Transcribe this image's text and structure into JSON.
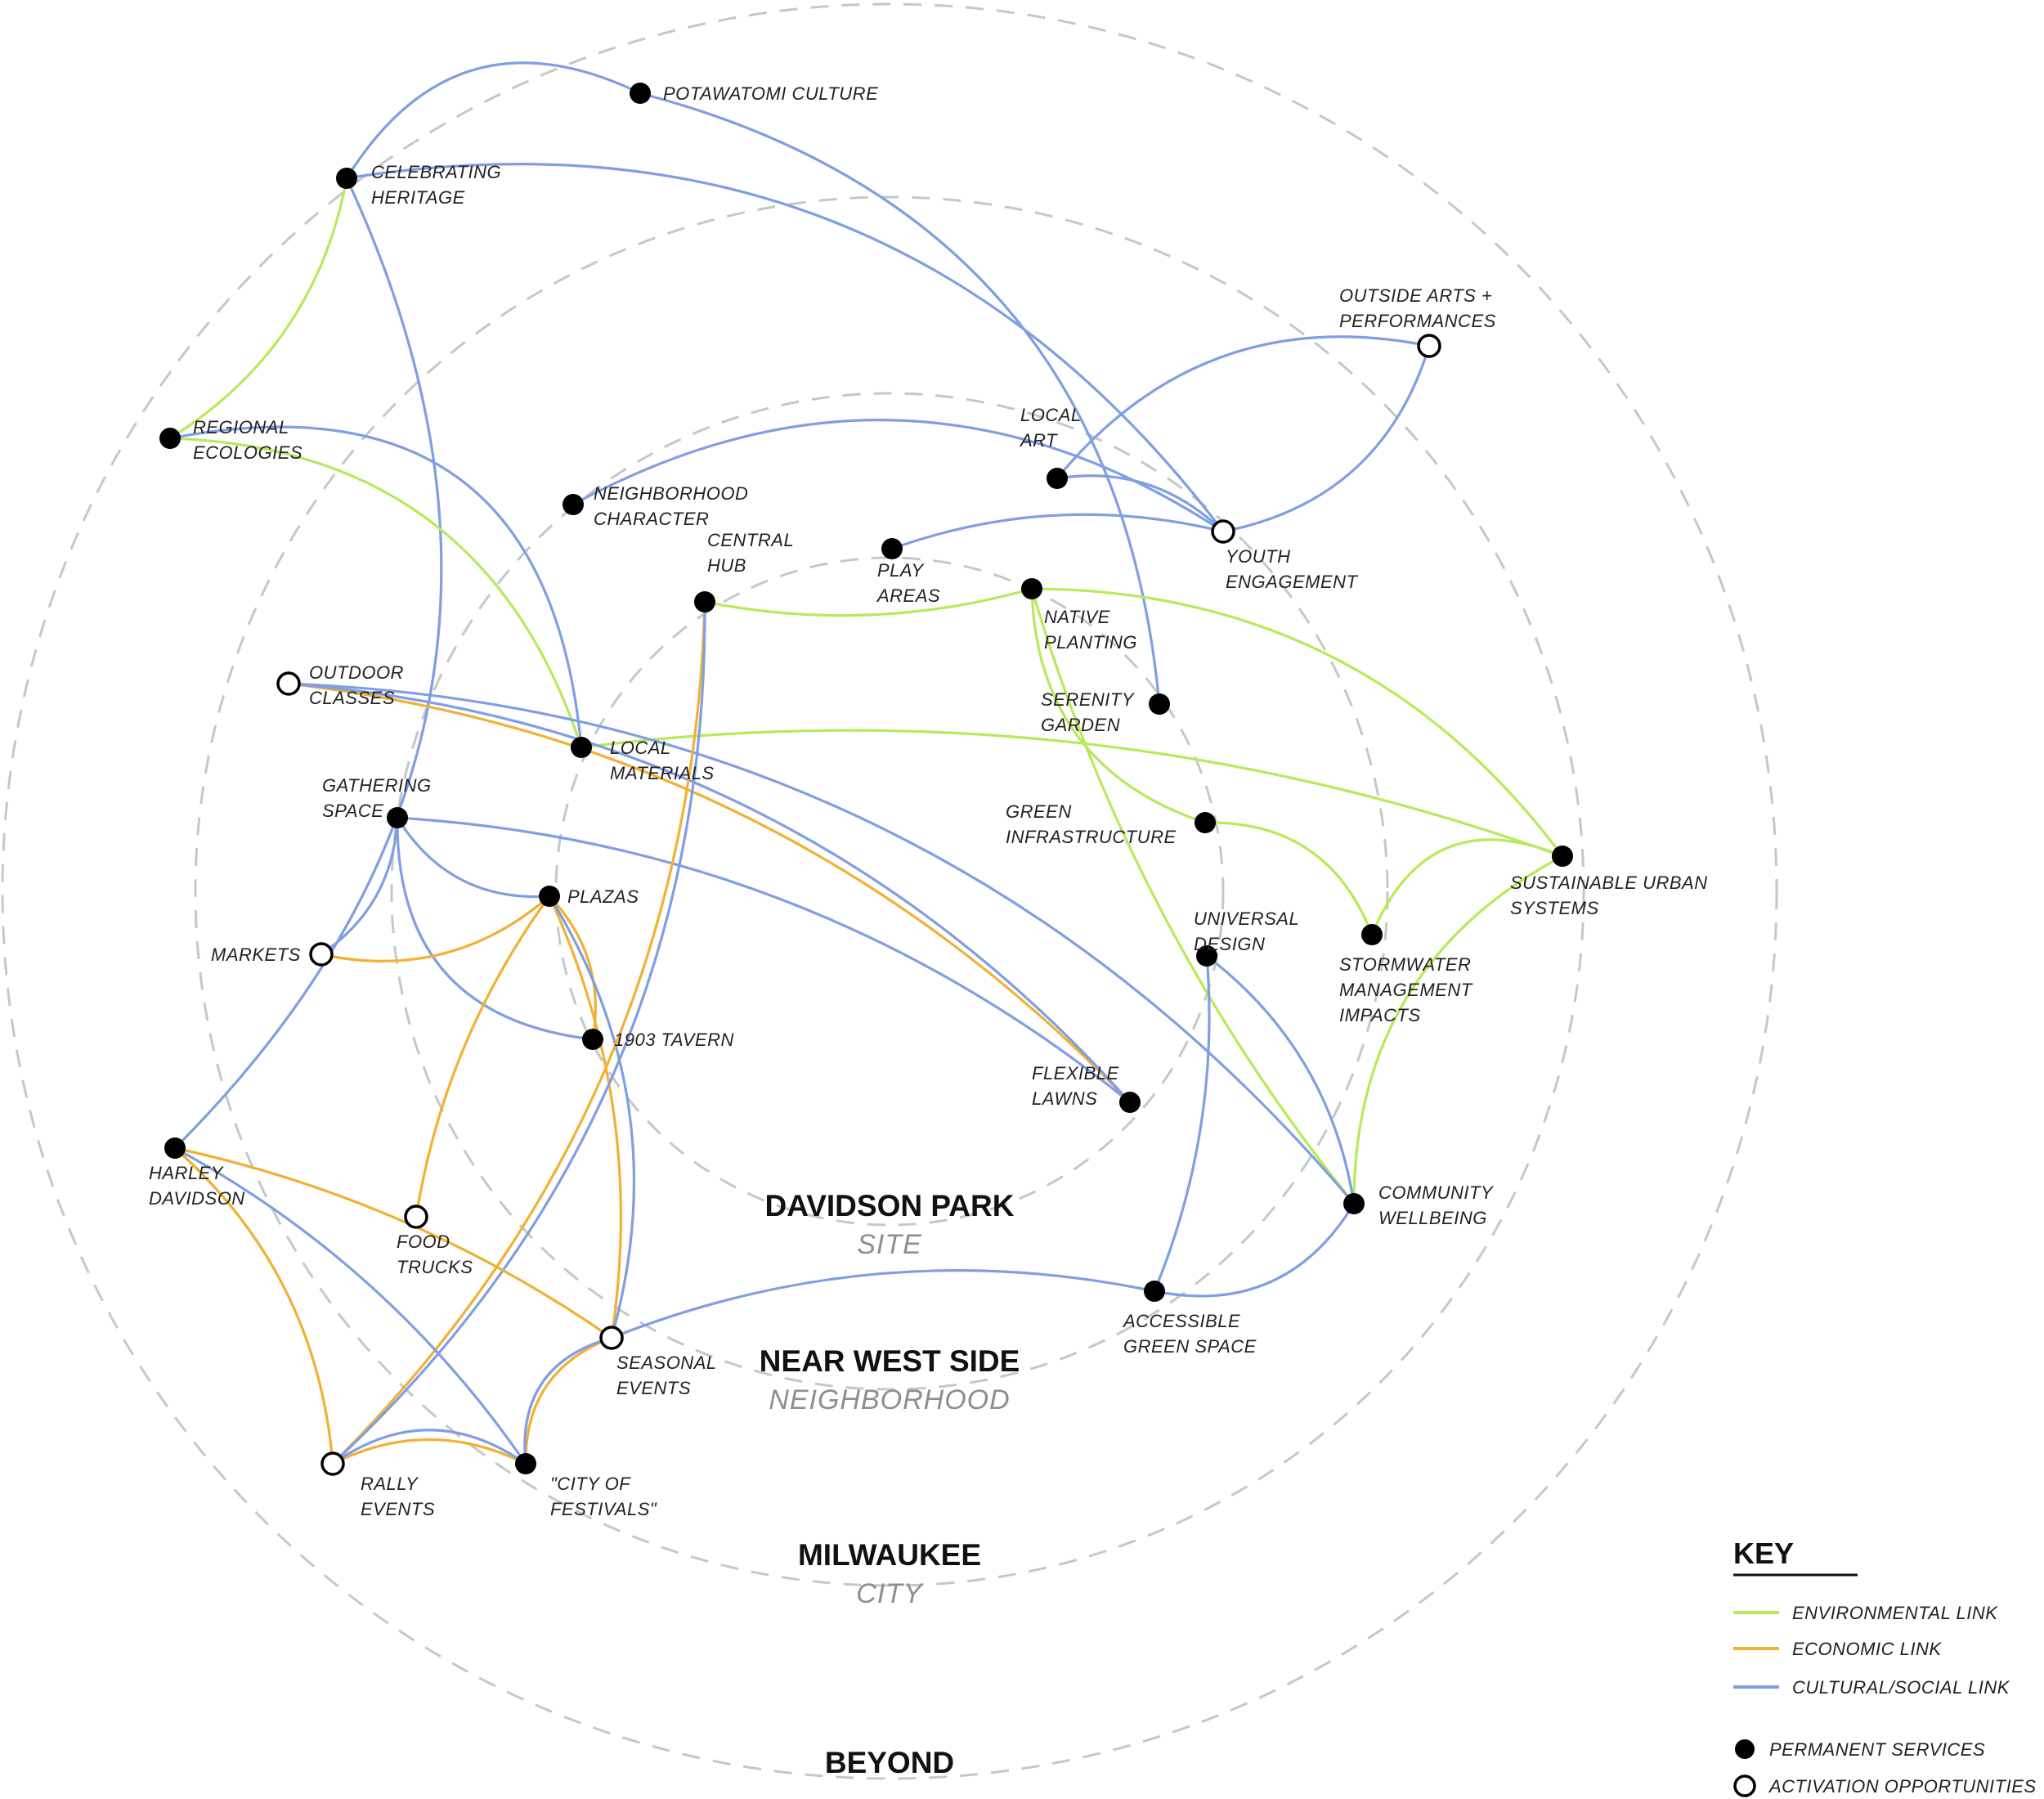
{
  "colors": {
    "environmental": "#b7ea5a",
    "economic": "#f2b034",
    "cultural": "#7f9fe2",
    "ring": "#c3c9c8",
    "node_fill": "#000000"
  },
  "rings": [
    {
      "title": "DAVIDSON PARK",
      "subtitle": "SITE"
    },
    {
      "title": "NEAR WEST SIDE",
      "subtitle": "NEIGHBORHOOD"
    },
    {
      "title": "MILWAUKEE",
      "subtitle": "CITY"
    },
    {
      "title": "BEYOND",
      "subtitle": ""
    }
  ],
  "key": {
    "title": "KEY",
    "links": [
      {
        "label": "ENVIRONMENTAL LINK",
        "type": "environmental"
      },
      {
        "label": "ECONOMIC LINK",
        "type": "economic"
      },
      {
        "label": "CULTURAL/SOCIAL LINK",
        "type": "cultural"
      }
    ],
    "nodes": [
      {
        "label": "PERMANENT SERVICES",
        "kind": "permanent"
      },
      {
        "label": "ACTIVATION OPPORTUNITIES",
        "kind": "activation"
      }
    ]
  },
  "nodes": [
    {
      "id": "potawatomi",
      "kind": "permanent",
      "label": [
        "POTAWATOMI CULTURE"
      ]
    },
    {
      "id": "heritage",
      "kind": "permanent",
      "label": [
        "CELEBRATING",
        "HERITAGE"
      ]
    },
    {
      "id": "outside_arts",
      "kind": "activation",
      "label": [
        "OUTSIDE ARTS +",
        "PERFORMANCES"
      ]
    },
    {
      "id": "regional",
      "kind": "permanent",
      "label": [
        "REGIONAL",
        "ECOLOGIES"
      ]
    },
    {
      "id": "local_art",
      "kind": "permanent",
      "label": [
        "LOCAL",
        "ART"
      ]
    },
    {
      "id": "neighborhood",
      "kind": "permanent",
      "label": [
        "NEIGHBORHOOD",
        "CHARACTER"
      ]
    },
    {
      "id": "youth",
      "kind": "activation",
      "label": [
        "YOUTH",
        "ENGAGEMENT"
      ]
    },
    {
      "id": "central_hub",
      "kind": "permanent",
      "label": [
        "CENTRAL",
        "HUB"
      ]
    },
    {
      "id": "play",
      "kind": "permanent",
      "label": [
        "PLAY",
        "AREAS"
      ]
    },
    {
      "id": "native",
      "kind": "permanent",
      "label": [
        "NATIVE",
        "PLANTING"
      ]
    },
    {
      "id": "outdoor",
      "kind": "activation",
      "label": [
        "OUTDOOR",
        "CLASSES"
      ]
    },
    {
      "id": "serenity",
      "kind": "permanent",
      "label": [
        "SERENITY",
        "GARDEN"
      ]
    },
    {
      "id": "local_materials",
      "kind": "permanent",
      "label": [
        "LOCAL",
        "MATERIALS"
      ]
    },
    {
      "id": "gathering",
      "kind": "permanent",
      "label": [
        "GATHERING",
        "SPACE"
      ]
    },
    {
      "id": "green_infra",
      "kind": "permanent",
      "label": [
        "GREEN",
        "INFRASTRUCTURE"
      ]
    },
    {
      "id": "sustainable",
      "kind": "permanent",
      "label": [
        "SUSTAINABLE URBAN",
        "SYSTEMS"
      ]
    },
    {
      "id": "plazas",
      "kind": "permanent",
      "label": [
        "PLAZAS"
      ]
    },
    {
      "id": "universal",
      "kind": "permanent",
      "label": [
        "UNIVERSAL",
        "DESIGN"
      ]
    },
    {
      "id": "stormwater",
      "kind": "permanent",
      "label": [
        "STORMWATER",
        "MANAGEMENT",
        "IMPACTS"
      ]
    },
    {
      "id": "markets",
      "kind": "activation",
      "label": [
        "MARKETS"
      ]
    },
    {
      "id": "tavern",
      "kind": "permanent",
      "label": [
        "1903 TAVERN"
      ]
    },
    {
      "id": "lawns",
      "kind": "permanent",
      "label": [
        "FLEXIBLE",
        "LAWNS"
      ]
    },
    {
      "id": "harley",
      "kind": "permanent",
      "label": [
        "HARLEY",
        "DAVIDSON"
      ]
    },
    {
      "id": "community",
      "kind": "permanent",
      "label": [
        "COMMUNITY",
        "WELLBEING"
      ]
    },
    {
      "id": "food_trucks",
      "kind": "activation",
      "label": [
        "FOOD",
        "TRUCKS"
      ]
    },
    {
      "id": "accessible",
      "kind": "permanent",
      "label": [
        "ACCESSIBLE",
        "GREEN SPACE"
      ]
    },
    {
      "id": "seasonal",
      "kind": "activation",
      "label": [
        "SEASONAL",
        "EVENTS"
      ]
    },
    {
      "id": "rally",
      "kind": "activation",
      "label": [
        "RALLY",
        "EVENTS"
      ]
    },
    {
      "id": "festivals",
      "kind": "permanent",
      "label": [
        "\"CITY OF",
        "FESTIVALS\""
      ]
    }
  ],
  "links": [
    {
      "from": "heritage",
      "to": "potawatomi",
      "type": "cultural"
    },
    {
      "from": "potawatomi",
      "to": "serenity",
      "type": "cultural"
    },
    {
      "from": "heritage",
      "to": "youth",
      "type": "cultural"
    },
    {
      "from": "heritage",
      "to": "regional",
      "type": "environmental"
    },
    {
      "from": "heritage",
      "to": "harley",
      "type": "cultural"
    },
    {
      "from": "regional",
      "to": "local_materials",
      "type": "environmental"
    },
    {
      "from": "regional",
      "to": "local_materials",
      "type": "cultural"
    },
    {
      "from": "neighborhood",
      "to": "youth",
      "type": "cultural"
    },
    {
      "from": "local_art",
      "to": "outside_arts",
      "type": "cultural"
    },
    {
      "from": "local_art",
      "to": "youth",
      "type": "cultural"
    },
    {
      "from": "youth",
      "to": "outside_arts",
      "type": "cultural"
    },
    {
      "from": "play",
      "to": "youth",
      "type": "cultural"
    },
    {
      "from": "central_hub",
      "to": "native",
      "type": "environmental"
    },
    {
      "from": "native",
      "to": "sustainable",
      "type": "environmental"
    },
    {
      "from": "native",
      "to": "green_infra",
      "type": "environmental"
    },
    {
      "from": "native",
      "to": "community",
      "type": "environmental"
    },
    {
      "from": "local_materials",
      "to": "sustainable",
      "type": "environmental"
    },
    {
      "from": "green_infra",
      "to": "stormwater",
      "type": "environmental"
    },
    {
      "from": "stormwater",
      "to": "sustainable",
      "type": "environmental"
    },
    {
      "from": "sustainable",
      "to": "community",
      "type": "environmental"
    },
    {
      "from": "outdoor",
      "to": "lawns",
      "type": "economic"
    },
    {
      "from": "outdoor",
      "to": "lawns",
      "type": "cultural"
    },
    {
      "from": "outdoor",
      "to": "community",
      "type": "cultural"
    },
    {
      "from": "gathering",
      "to": "lawns",
      "type": "cultural"
    },
    {
      "from": "gathering",
      "to": "markets",
      "type": "cultural"
    },
    {
      "from": "gathering",
      "to": "plazas",
      "type": "cultural"
    },
    {
      "from": "gathering",
      "to": "tavern",
      "type": "cultural"
    },
    {
      "from": "markets",
      "to": "plazas",
      "type": "economic"
    },
    {
      "from": "plazas",
      "to": "tavern",
      "type": "economic"
    },
    {
      "from": "plazas",
      "to": "food_trucks",
      "type": "economic"
    },
    {
      "from": "plazas",
      "to": "seasonal",
      "type": "economic"
    },
    {
      "from": "plazas",
      "to": "seasonal",
      "type": "cultural"
    },
    {
      "from": "central_hub",
      "to": "rally",
      "type": "economic"
    },
    {
      "from": "central_hub",
      "to": "rally",
      "type": "cultural"
    },
    {
      "from": "universal",
      "to": "accessible",
      "type": "cultural"
    },
    {
      "from": "universal",
      "to": "community",
      "type": "cultural"
    },
    {
      "from": "accessible",
      "to": "community",
      "type": "cultural"
    },
    {
      "from": "seasonal",
      "to": "accessible",
      "type": "cultural"
    },
    {
      "from": "harley",
      "to": "seasonal",
      "type": "economic"
    },
    {
      "from": "harley",
      "to": "festivals",
      "type": "cultural"
    },
    {
      "from": "harley",
      "to": "rally",
      "type": "economic"
    },
    {
      "from": "rally",
      "to": "festivals",
      "type": "economic"
    },
    {
      "from": "rally",
      "to": "festivals",
      "type": "cultural"
    },
    {
      "from": "festivals",
      "to": "seasonal",
      "type": "economic"
    },
    {
      "from": "festivals",
      "to": "seasonal",
      "type": "cultural"
    }
  ]
}
